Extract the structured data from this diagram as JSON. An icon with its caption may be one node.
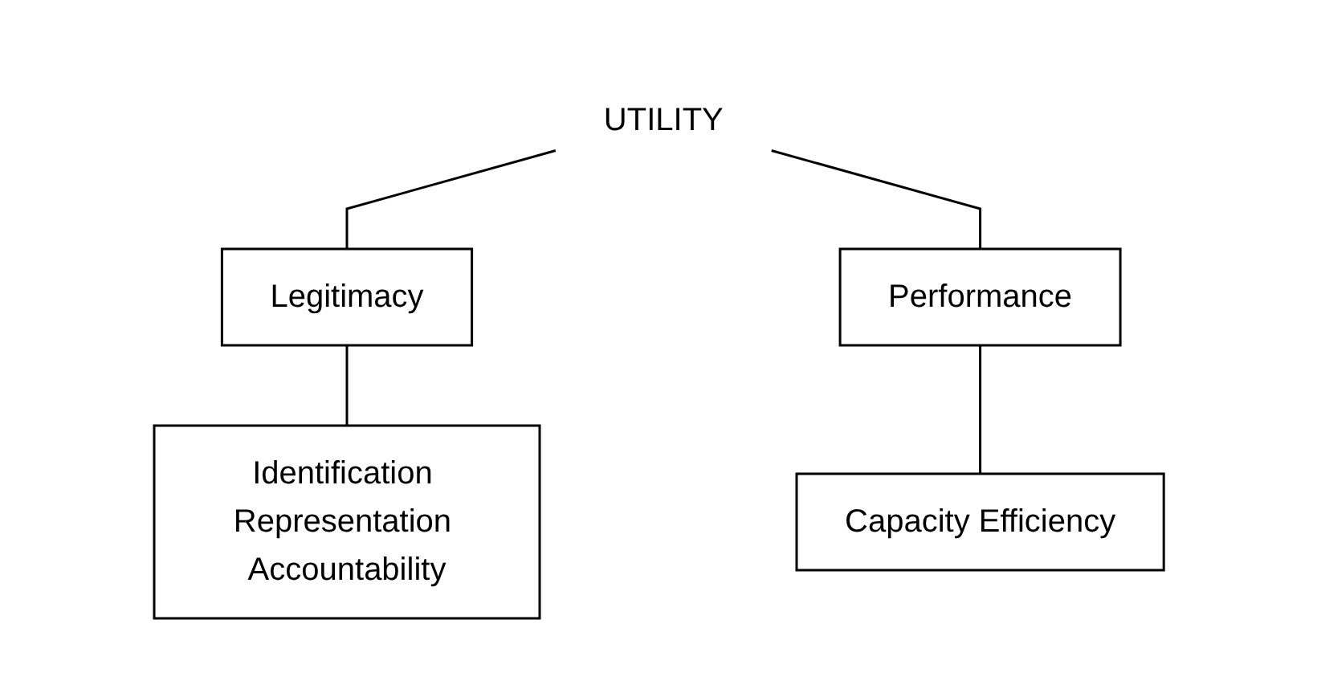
{
  "diagram": {
    "nodes": [
      {
        "text": [
          "UTILITY"
        ]
      },
      {
        "text": [
          "Legitimacy"
        ]
      },
      {
        "text": [
          "Performance"
        ]
      },
      {
        "text": [
          "Identification Representation Accountability"
        ]
      },
      {
        "text": [
          "Capacity Efficiency"
        ]
      }
    ],
    "edges": [
      {
        "from": 0,
        "to": 1,
        "arrow": "none"
      },
      {
        "from": 0,
        "to": 2,
        "arrow": "none"
      },
      {
        "from": 1,
        "to": 3,
        "arrow": "none"
      },
      {
        "from": 2,
        "to": 4,
        "arrow": "none"
      }
    ]
  }
}
